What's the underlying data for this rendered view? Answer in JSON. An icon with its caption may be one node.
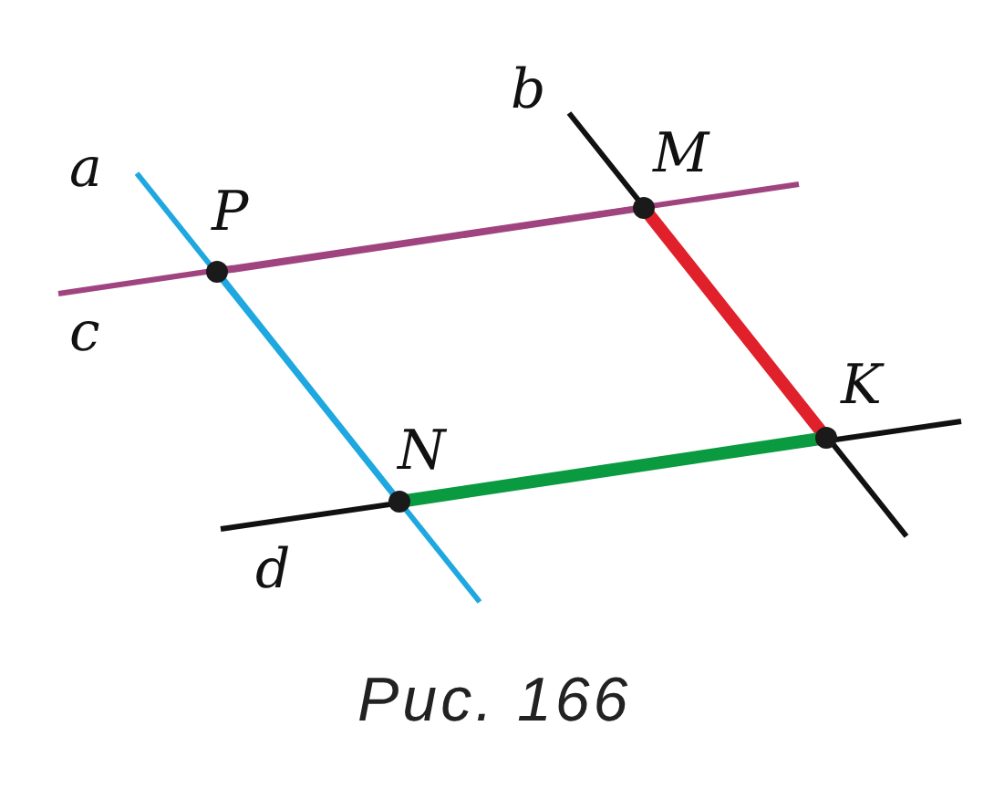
{
  "diagram": {
    "caption": "Рис. 166",
    "nodes": [
      {
        "text": [
          "P"
        ]
      },
      {
        "text": [
          "M"
        ]
      },
      {
        "text": [
          "N"
        ]
      },
      {
        "text": [
          "K"
        ]
      }
    ],
    "edges": [
      {
        "from": 0,
        "to": 1,
        "arrow": "none",
        "color": "#a0447f"
      },
      {
        "from": 0,
        "to": 2,
        "arrow": "none",
        "color": "#1fa8e0"
      },
      {
        "from": 1,
        "to": 3,
        "arrow": "none",
        "style": "thick",
        "color": "#e0202a"
      },
      {
        "from": 2,
        "to": 3,
        "arrow": "none",
        "style": "thick",
        "color": "#0a9a40"
      }
    ],
    "labels": [
      "a",
      "b",
      "c",
      "d"
    ]
  }
}
